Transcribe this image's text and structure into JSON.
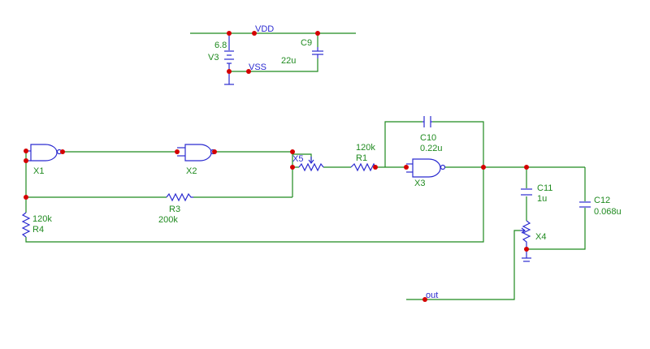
{
  "nets": {
    "vdd": "VDD",
    "vss": "VSS",
    "out": "out"
  },
  "components": {
    "v3": {
      "ref": "V3",
      "value": "6.8"
    },
    "c9": {
      "ref": "C9",
      "value": "22u"
    },
    "x1": {
      "ref": "X1"
    },
    "x2": {
      "ref": "X2"
    },
    "x3": {
      "ref": "X3"
    },
    "x4": {
      "ref": "X4"
    },
    "x5": {
      "ref": "X5"
    },
    "r1": {
      "ref": "R1",
      "value": "120k"
    },
    "r3": {
      "ref": "R3",
      "value": "200k"
    },
    "r4": {
      "ref": "R4",
      "value": "120k"
    },
    "c10": {
      "ref": "C10",
      "value": "0.22u"
    },
    "c11": {
      "ref": "C11",
      "value": "1u"
    },
    "c12": {
      "ref": "C12",
      "value": "0.068u"
    }
  },
  "colors": {
    "wire": "#1f8a1f",
    "component": "#2b2bd0",
    "node": "#d40000",
    "background": "#ffffff"
  }
}
